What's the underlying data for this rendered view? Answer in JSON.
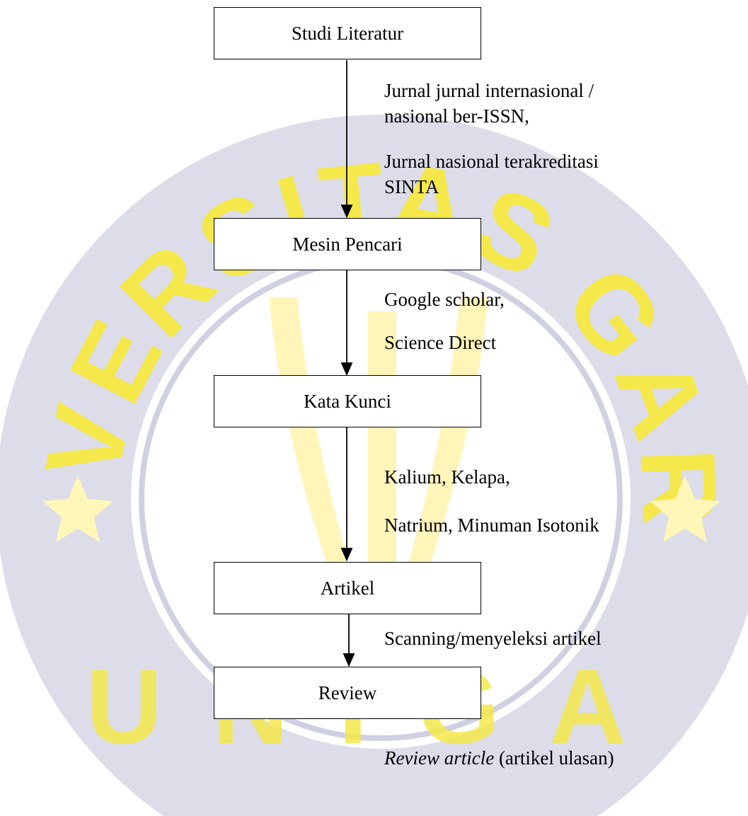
{
  "watermark": {
    "arc_text": "UNIVERSITAS GARUT",
    "bottom_text": "UNIGA",
    "band_color": "#dcdde9",
    "ring_color": "#cfd1e3",
    "letter_color": "#f4e84a",
    "accent_color": "#fff6b8"
  },
  "flow": {
    "steps": [
      {
        "label": "Studi Literatur"
      },
      {
        "label": "Mesin Pencari"
      },
      {
        "label": "Kata Kunci"
      },
      {
        "label": "Artikel"
      },
      {
        "label": "Review"
      }
    ],
    "annotations": [
      {
        "lines": [
          "Jurnal jurnal internasional /",
          "nasional ber-ISSN,"
        ]
      },
      {
        "lines": [
          "Jurnal nasional terakreditasi",
          "SINTA"
        ]
      },
      {
        "lines": [
          "Google scholar,"
        ]
      },
      {
        "lines": [
          "Science Direct"
        ]
      },
      {
        "lines": [
          "Kalium, Kelapa,"
        ]
      },
      {
        "lines": [
          "Natrium, Minuman Isotonik"
        ]
      },
      {
        "lines": [
          "Scanning/menyeleksi artikel"
        ]
      }
    ],
    "final_note": {
      "italic": "Review article",
      "normal": " (artikel ulasan)"
    }
  }
}
